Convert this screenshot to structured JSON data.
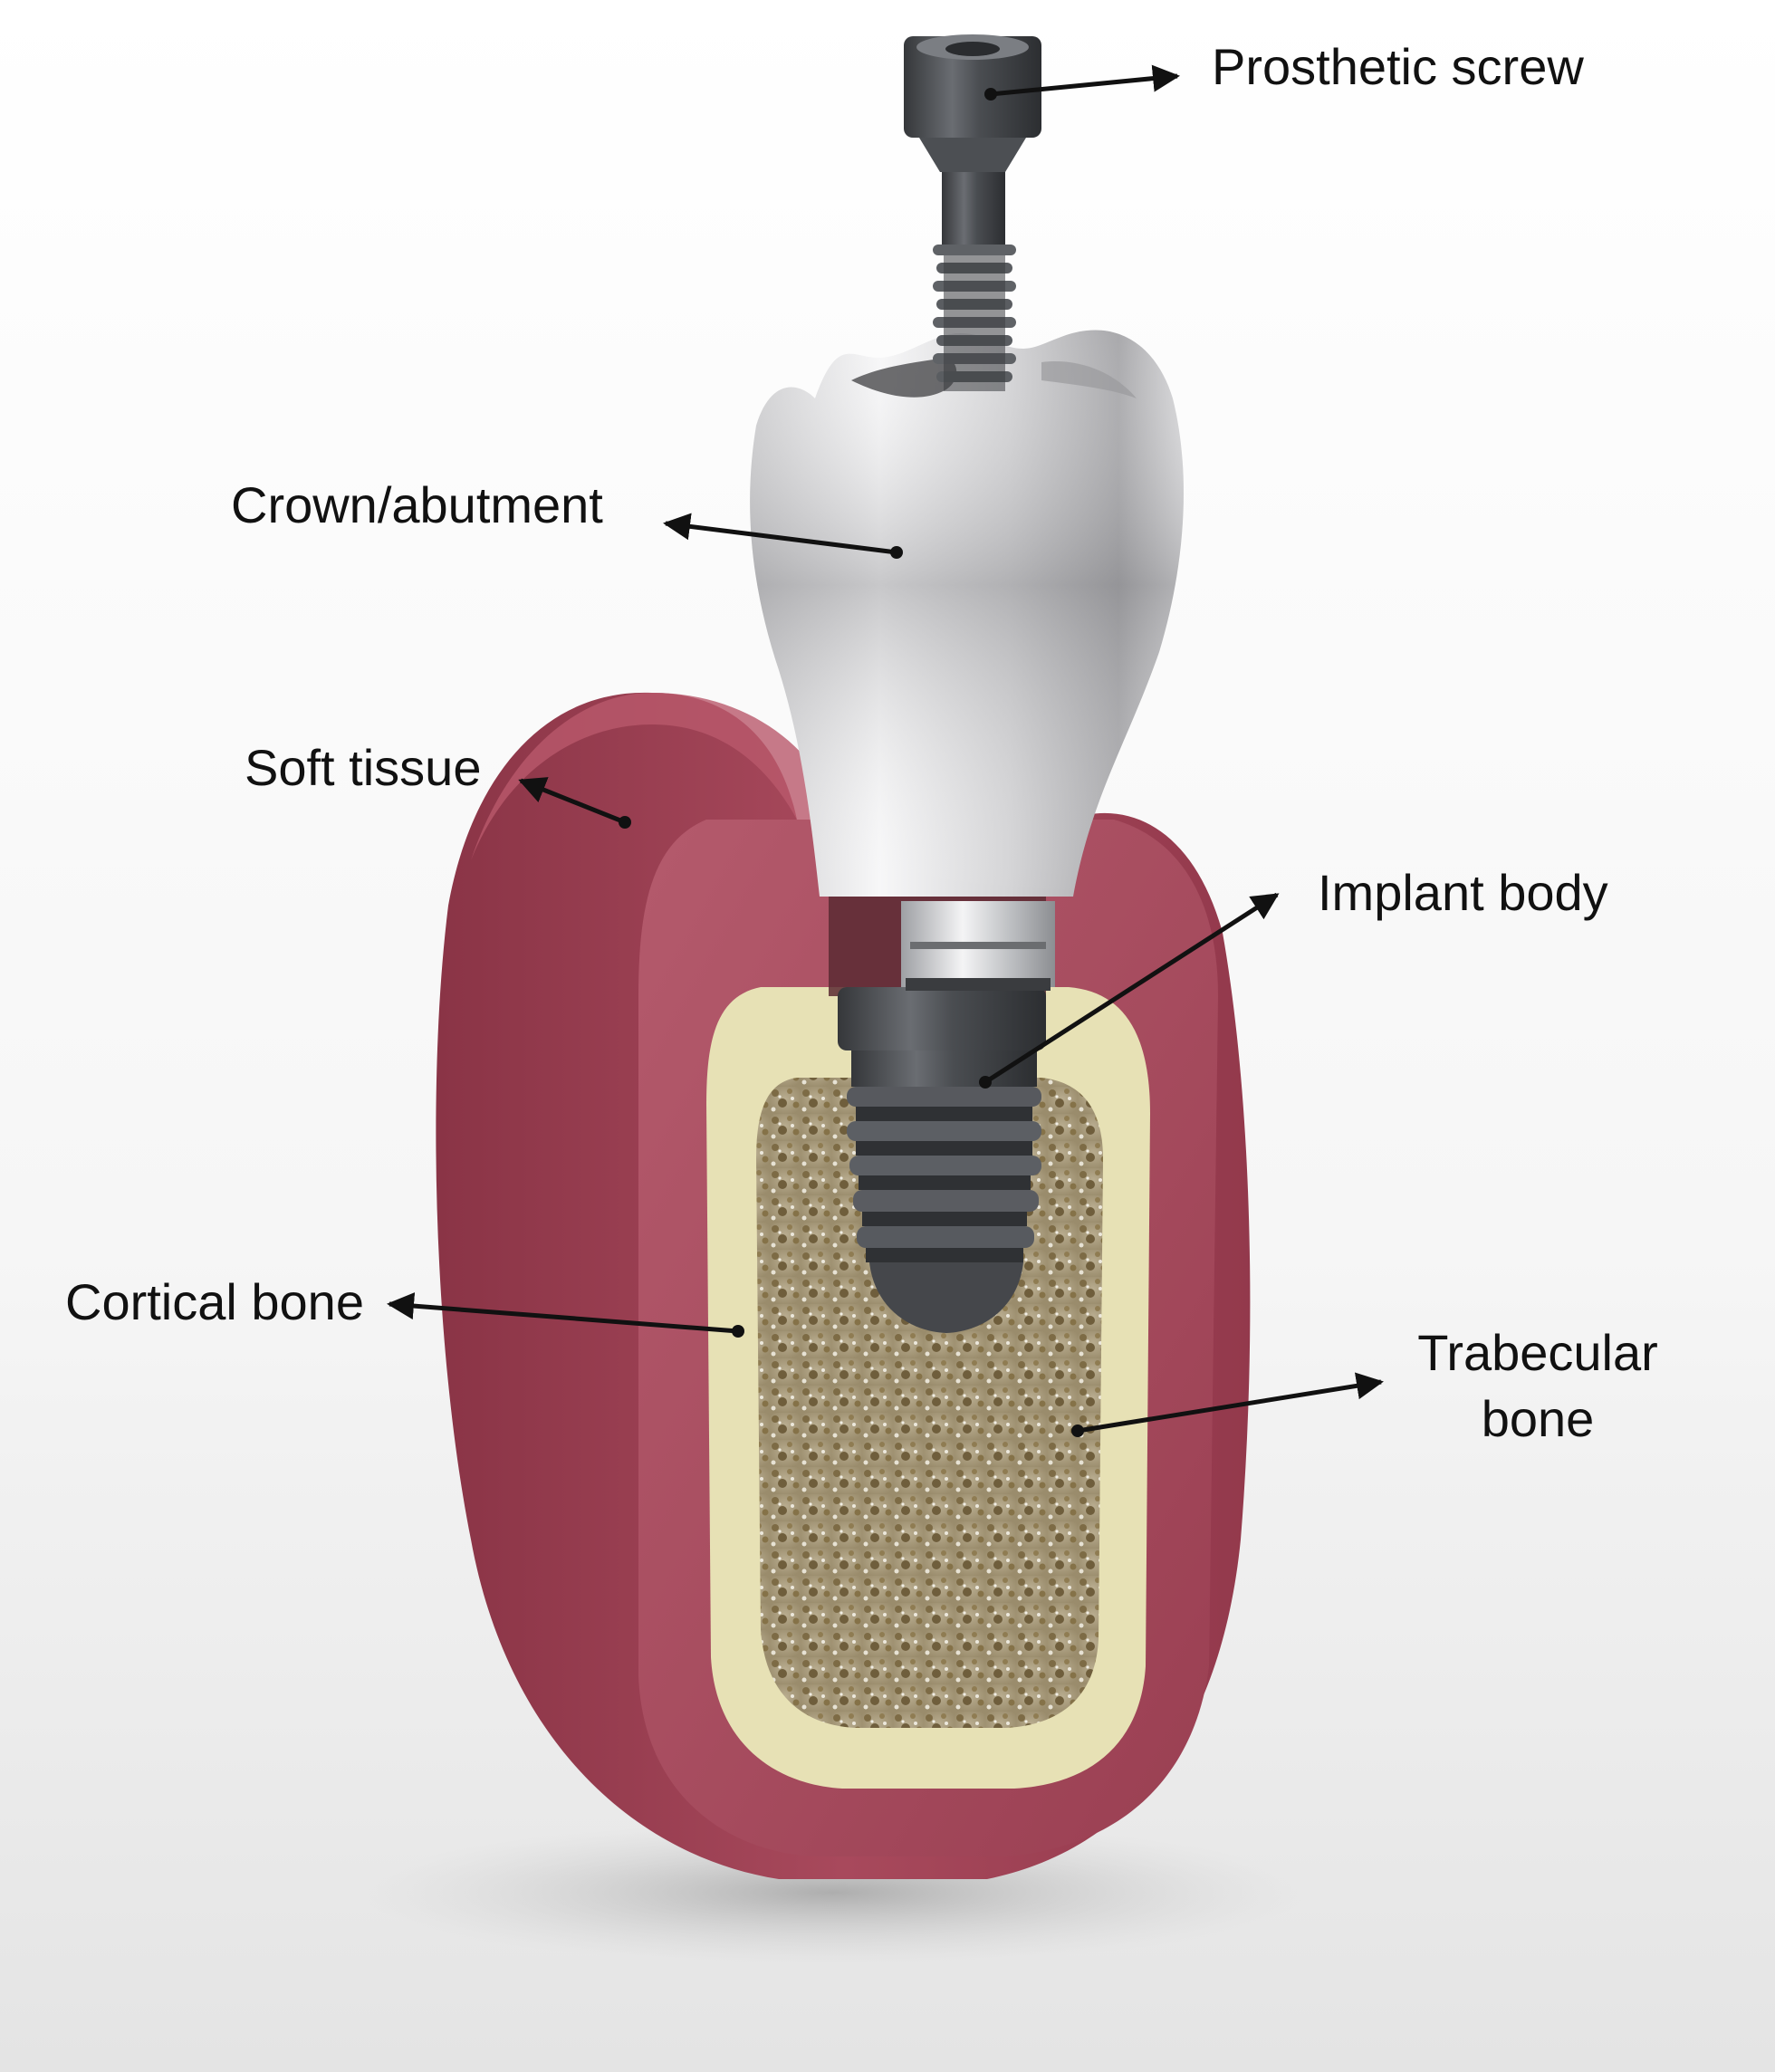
{
  "labels": {
    "prosthetic_screw": "Prosthetic screw",
    "crown_abutment": "Crown/abutment",
    "soft_tissue": "Soft tissue",
    "implant_body": "Implant body",
    "cortical_bone": "Cortical bone",
    "trabecular_bone_line1": "Trabecular",
    "trabecular_bone_line2": "bone"
  },
  "colors": {
    "background": "#ffffff",
    "soft_tissue": "#a4475a",
    "cortical_bone": "#e8e3b8",
    "trabecular_bone": "#a39574",
    "implant": "#4a4c50",
    "crown": "#d8d8da",
    "arrow": "#111111"
  },
  "icons": {
    "arrow": "arrow-icon"
  }
}
